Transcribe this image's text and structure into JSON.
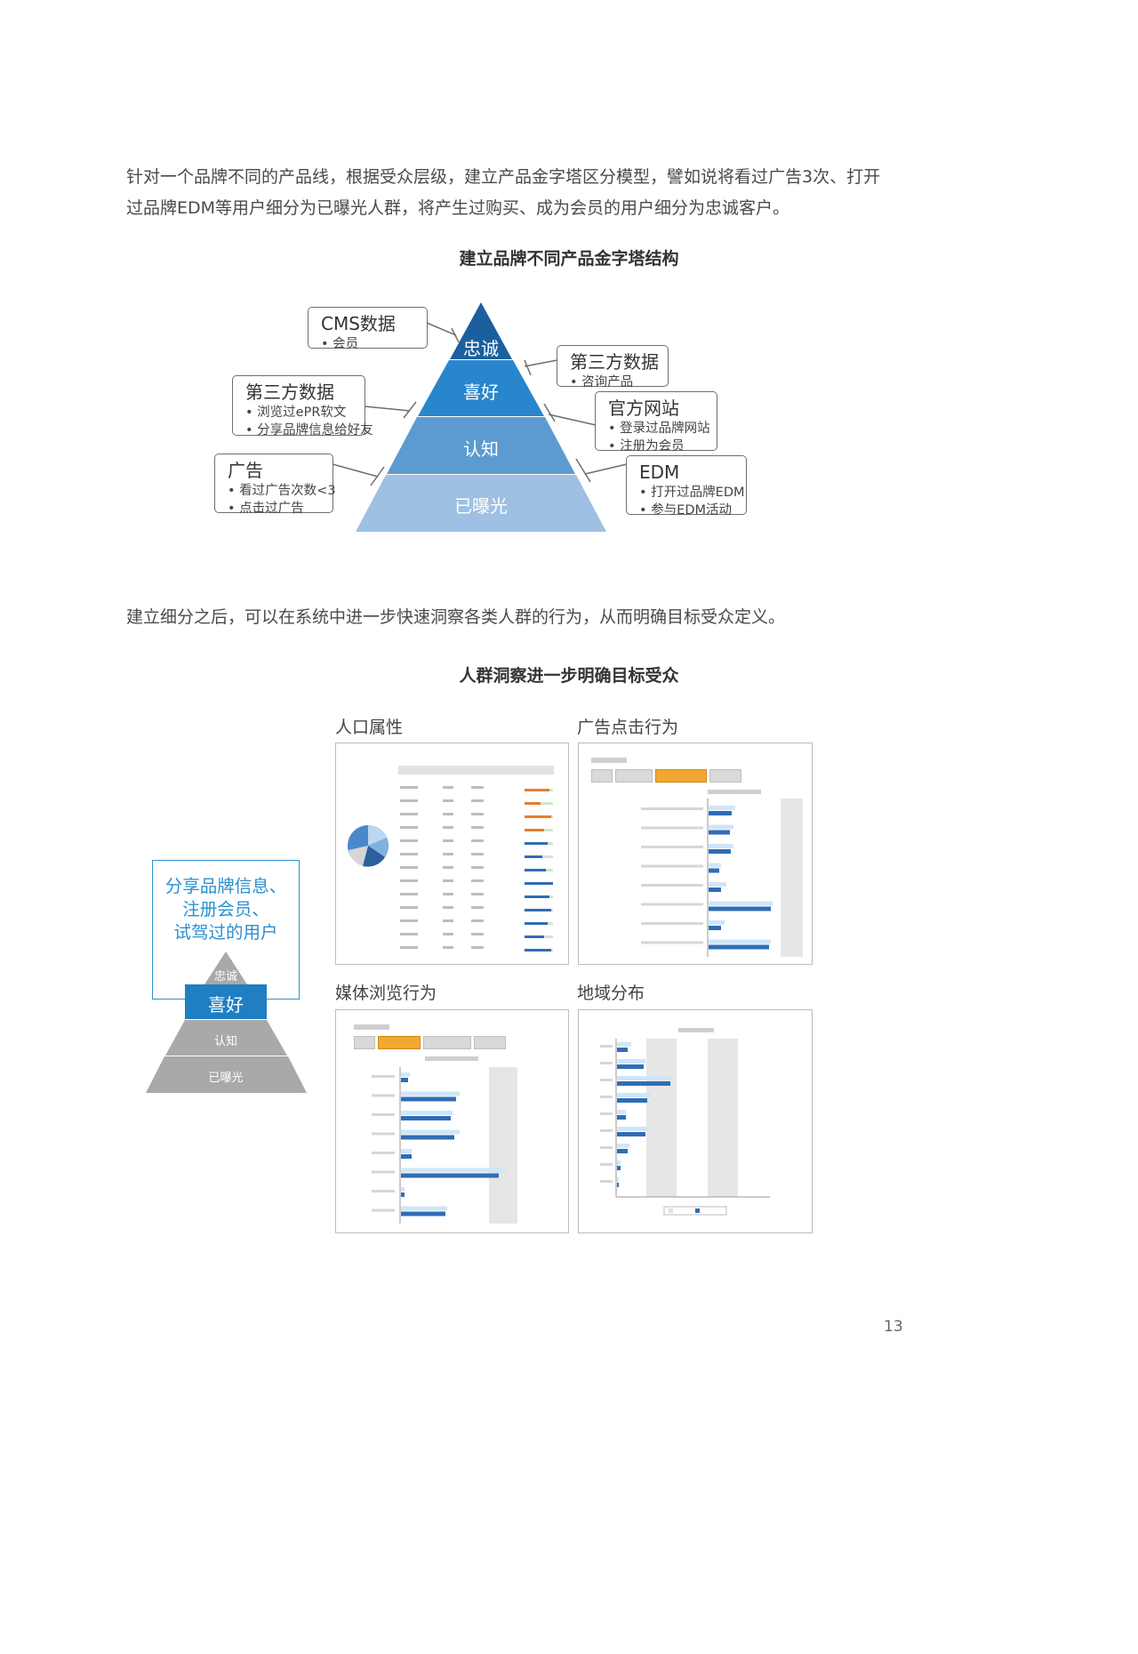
{
  "intro": {
    "line1": "针对一个品牌不同的产品线，根据受众层级，建立产品金字塔区分模型，譬如说将看过广告3次、打开",
    "line2": "过品牌EDM等用户细分为已曝光人群，将产生过购买、成为会员的用户细分为忠诚客户。"
  },
  "pyramid_section": {
    "title": "建立品牌不同产品金字塔结构",
    "levels": [
      {
        "label": "忠诚",
        "color": "#1b5f9e"
      },
      {
        "label": "喜好",
        "color": "#2a86cc"
      },
      {
        "label": "认知",
        "color": "#5b9bd2"
      },
      {
        "label": "已曝光",
        "color": "#9dc0e3"
      }
    ],
    "callouts": {
      "cms": {
        "title": "CMS数据",
        "items": [
          "会员"
        ]
      },
      "third_right": {
        "title": "第三方数据",
        "items": [
          "咨询产品"
        ]
      },
      "third_left": {
        "title": "第三方数据",
        "items": [
          "浏览过ePR软文",
          "分享品牌信息给好友"
        ]
      },
      "official": {
        "title": "官方网站",
        "items": [
          "登录过品牌网站",
          "注册为会员"
        ]
      },
      "ads": {
        "title": "广告",
        "items": [
          "看过广告次数<3",
          "点击过广告"
        ]
      },
      "edm": {
        "title": "EDM",
        "items": [
          "打开过品牌EDM",
          "参与EDM活动"
        ]
      }
    }
  },
  "middle_text": "建立细分之后，可以在系统中进一步快速洞察各类人群的行为，从而明确目标受众定义。",
  "insight_section": {
    "title": "人群洞察进一步明确目标受众",
    "share_box": {
      "lines": [
        "分享品牌信息、",
        "注册会员、",
        "试驾过的用户"
      ]
    },
    "small_pyramid": [
      {
        "label": "忠诚",
        "color": "#a9a9a9"
      },
      {
        "label": "喜好",
        "color": "#1f7fc2"
      },
      {
        "label": "认知",
        "color": "#a9a9a9"
      },
      {
        "label": "已曝光",
        "color": "#a9a9a9"
      }
    ],
    "tiles": {
      "demographics": {
        "title": "人口属性"
      },
      "ad_clicks": {
        "title": "广告点击行为"
      },
      "media": {
        "title": "媒体浏览行为"
      },
      "region": {
        "title": "地域分布"
      }
    }
  },
  "page_number": "13"
}
